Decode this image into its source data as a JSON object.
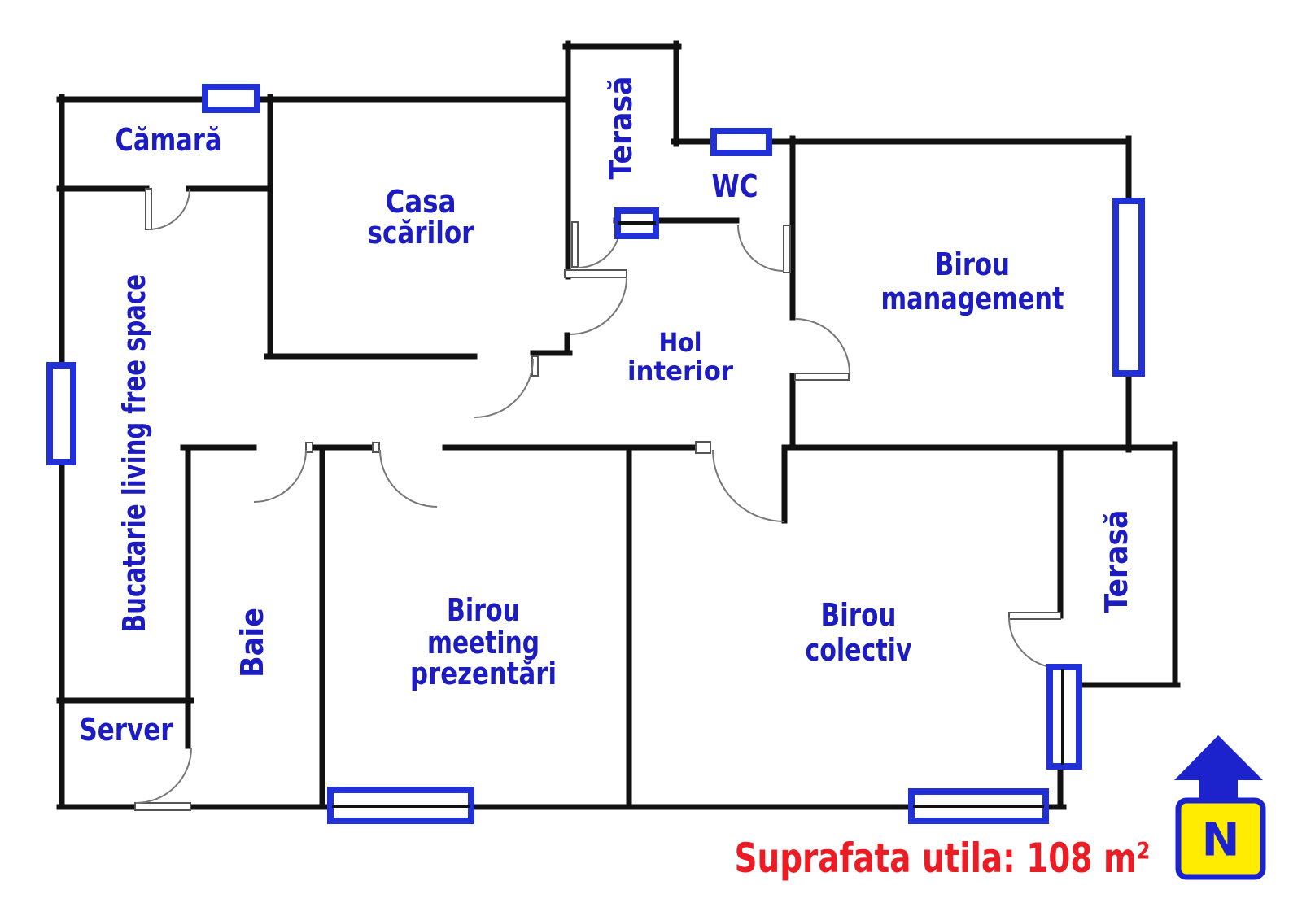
{
  "colors": {
    "label_blue": "#1c1cc0",
    "window_blue": "#2230d8",
    "wall_black": "#111111",
    "area_red": "#ec1c24",
    "compass_blue": "#1c22cc",
    "compass_yellow": "#ffec00"
  },
  "rooms": {
    "camara": {
      "label": "Cămară"
    },
    "casa_scarilor": {
      "line1": "Casa",
      "line2": "scărilor"
    },
    "terasa_top": {
      "label": "Terasă"
    },
    "wc": {
      "label": "WC"
    },
    "birou_management": {
      "line1": "Birou",
      "line2": "management"
    },
    "hol_interior": {
      "line1": "Hol",
      "line2": "interior"
    },
    "bucatarie": {
      "label": "Bucatarie living free space"
    },
    "baie": {
      "label": "Baie"
    },
    "server": {
      "label": "Server"
    },
    "birou_meeting": {
      "line1": "Birou",
      "line2": "meeting",
      "line3": "prezentări"
    },
    "birou_colectiv": {
      "line1": "Birou",
      "line2": "colectiv"
    },
    "terasa_dreapta": {
      "label": "Terasă"
    }
  },
  "annotation": {
    "area_label": "Suprafata utila: 108 m²"
  },
  "compass": {
    "letter": "N"
  }
}
